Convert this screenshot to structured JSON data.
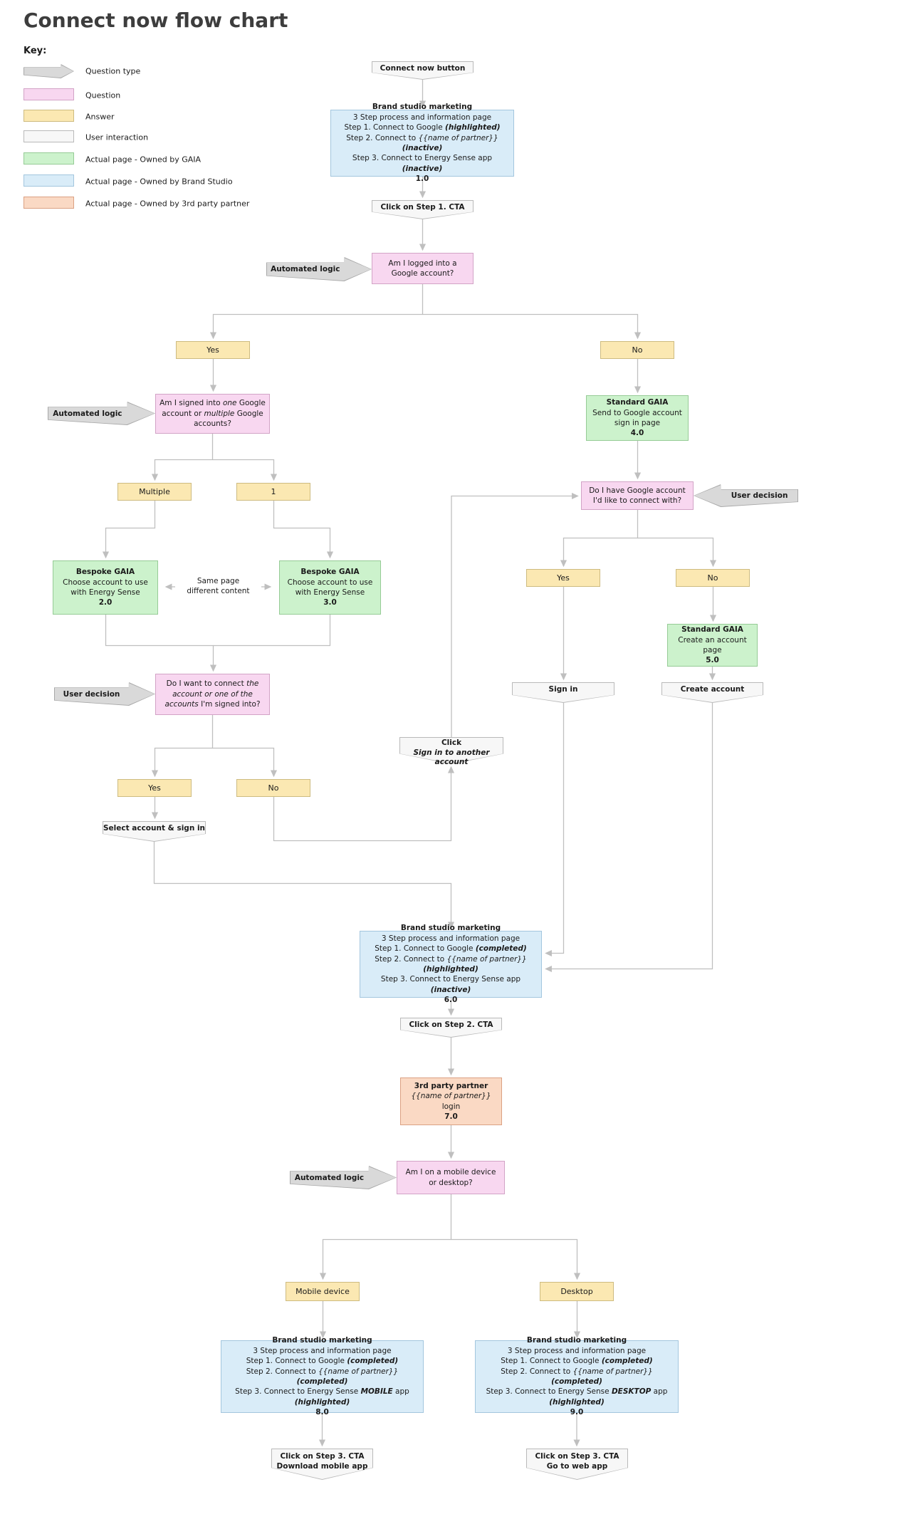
{
  "page": {
    "title": "Connect now flow chart"
  },
  "colors": {
    "question": "#f8d7f0",
    "answer": "#fbe8b2",
    "interaction": "#f7f7f7",
    "gaia_page": "#ccf2cc",
    "brand_studio_page": "#d9ecf8",
    "third_party_page": "#fad9c4",
    "logic_arrow": "#d9d9d9",
    "connector": "#bfbfbf"
  },
  "key": {
    "heading": "Key:",
    "items": [
      {
        "label": "Question type"
      },
      {
        "label": "Question"
      },
      {
        "label": "Answer"
      },
      {
        "label": "User interaction"
      },
      {
        "label": "Actual page - Owned by GAIA"
      },
      {
        "label": "Actual page - Owned by Brand Studio"
      },
      {
        "label": "Actual page - Owned by 3rd party partner"
      }
    ]
  },
  "nodes": {
    "connect_now_button": {
      "label": "Connect now button"
    },
    "brand_studio_1_0": {
      "lines": [
        [
          {
            "t": "Brand studio marketing",
            "b": true
          }
        ],
        [
          "3 Step process and information page"
        ],
        [
          "Step 1. Connect to Google ",
          {
            "t": "(highlighted)",
            "b": true,
            "i": true
          }
        ],
        [
          "Step 2. Connect to ",
          {
            "t": "{{name of partner}}",
            "i": true
          },
          " ",
          {
            "t": "(inactive)",
            "b": true,
            "i": true
          }
        ],
        [
          "Step 3. Connect to Energy Sense app ",
          {
            "t": "(inactive)",
            "b": true,
            "i": true
          }
        ],
        [
          {
            "t": "1.0",
            "b": true
          }
        ]
      ]
    },
    "click_step1_cta": {
      "label": "Click on Step 1. CTA"
    },
    "automated_logic_1": {
      "label": "Automated logic"
    },
    "q_logged_in": {
      "text": "Am I logged into a Google account?"
    },
    "answer_yes_1": {
      "label": "Yes"
    },
    "answer_no_1": {
      "label": "No"
    },
    "automated_logic_2": {
      "label": "Automated logic"
    },
    "q_account_count": {
      "lines": [
        [
          "Am I signed into ",
          {
            "t": "one",
            "i": true
          },
          " Google account or ",
          {
            "t": "multiple",
            "i": true
          },
          " Google accounts?"
        ]
      ]
    },
    "answer_multiple": {
      "label": "Multiple"
    },
    "answer_one": {
      "label": "1"
    },
    "bespoke_gaia_2_0": {
      "lines": [
        [
          {
            "t": "Bespoke GAIA",
            "b": true
          }
        ],
        [
          "Choose account to use with Energy Sense"
        ],
        [
          {
            "t": "2.0",
            "b": true
          }
        ]
      ]
    },
    "same_page_note": {
      "lines": [
        [
          "Same page"
        ],
        [
          "different content"
        ]
      ]
    },
    "bespoke_gaia_3_0": {
      "lines": [
        [
          {
            "t": "Bespoke GAIA",
            "b": true
          }
        ],
        [
          "Choose account to use with Energy Sense"
        ],
        [
          {
            "t": "3.0",
            "b": true
          }
        ]
      ]
    },
    "user_decision_1": {
      "label": "User decision"
    },
    "q_want_connect": {
      "lines": [
        [
          "Do I want to connect ",
          {
            "t": "the account or one of the accounts",
            "i": true
          },
          " I'm signed into?"
        ]
      ]
    },
    "answer_yes_2": {
      "label": "Yes"
    },
    "answer_no_2": {
      "label": "No"
    },
    "select_account_sign_in": {
      "label": "Select account & sign in"
    },
    "standard_gaia_4_0": {
      "lines": [
        [
          {
            "t": "Standard GAIA",
            "b": true
          }
        ],
        [
          "Send to Google account sign in page"
        ],
        [
          {
            "t": "4.0",
            "b": true
          }
        ]
      ]
    },
    "q_have_account": {
      "text": "Do I have Google account I'd like to connect with?"
    },
    "user_decision_2": {
      "label": "User decision"
    },
    "answer_yes_3": {
      "label": "Yes"
    },
    "answer_no_3": {
      "label": "No"
    },
    "standard_gaia_5_0": {
      "lines": [
        [
          {
            "t": "Standard GAIA",
            "b": true
          }
        ],
        [
          "Create an account page"
        ],
        [
          {
            "t": "5.0",
            "b": true
          }
        ]
      ]
    },
    "sign_in": {
      "label": "Sign in"
    },
    "create_account": {
      "label": "Create account"
    },
    "click_sign_in_another": {
      "lines": [
        [
          {
            "t": "Click",
            "b": true
          }
        ],
        [
          {
            "t": "Sign in to another account",
            "b": true,
            "i": true
          }
        ]
      ]
    },
    "brand_studio_6_0": {
      "lines": [
        [
          {
            "t": "Brand studio marketing",
            "b": true
          }
        ],
        [
          "3 Step process and information page"
        ],
        [
          "Step 1. Connect to Google ",
          {
            "t": "(completed)",
            "b": true,
            "i": true
          }
        ],
        [
          "Step 2. Connect to ",
          {
            "t": "{{name of partner}}",
            "i": true
          },
          " ",
          {
            "t": "(highlighted)",
            "b": true,
            "i": true
          }
        ],
        [
          "Step 3. Connect to Energy Sense app ",
          {
            "t": "(inactive)",
            "b": true,
            "i": true
          }
        ],
        [
          {
            "t": "6.0",
            "b": true
          }
        ]
      ]
    },
    "click_step2_cta": {
      "label": "Click on Step 2. CTA"
    },
    "third_party_7_0": {
      "lines": [
        [
          {
            "t": "3rd party partner",
            "b": true
          }
        ],
        [
          {
            "t": "{{name of partner}}",
            "i": true
          },
          "  login"
        ],
        [
          {
            "t": "7.0",
            "b": true
          }
        ]
      ]
    },
    "automated_logic_3": {
      "label": "Automated logic"
    },
    "q_device": {
      "text": "Am I on a mobile device or desktop?"
    },
    "answer_mobile": {
      "label": "Mobile device"
    },
    "answer_desktop": {
      "label": "Desktop"
    },
    "brand_studio_8_0": {
      "lines": [
        [
          {
            "t": "Brand studio marketing",
            "b": true
          }
        ],
        [
          "3 Step process and information page"
        ],
        [
          "Step 1. Connect to Google ",
          {
            "t": "(completed)",
            "b": true,
            "i": true
          }
        ],
        [
          "Step 2. Connect to ",
          {
            "t": "{{name of partner}}",
            "i": true
          },
          " ",
          {
            "t": "(completed)",
            "b": true,
            "i": true
          }
        ],
        [
          "Step 3. Connect to Energy Sense ",
          {
            "t": "MOBILE",
            "b": true,
            "i": true
          },
          " app ",
          {
            "t": "(highlighted)",
            "b": true,
            "i": true
          }
        ],
        [
          {
            "t": "8.0",
            "b": true
          }
        ]
      ]
    },
    "brand_studio_9_0": {
      "lines": [
        [
          {
            "t": "Brand studio marketing",
            "b": true
          }
        ],
        [
          "3 Step process and information page"
        ],
        [
          "Step 1. Connect to Google ",
          {
            "t": "(completed)",
            "b": true,
            "i": true
          }
        ],
        [
          "Step 2. Connect to ",
          {
            "t": "{{name of partner}}",
            "i": true
          },
          " ",
          {
            "t": "(completed)",
            "b": true,
            "i": true
          }
        ],
        [
          "Step 3. Connect to Energy Sense ",
          {
            "t": "DESKTOP",
            "b": true,
            "i": true
          },
          " app ",
          {
            "t": "(highlighted)",
            "b": true,
            "i": true
          }
        ],
        [
          {
            "t": "9.0",
            "b": true
          }
        ]
      ]
    },
    "click_step3_mobile": {
      "lines": [
        [
          {
            "t": "Click on Step 3. CTA",
            "b": true
          }
        ],
        [
          {
            "t": "Download mobile app",
            "b": true
          }
        ]
      ]
    },
    "click_step3_desktop": {
      "lines": [
        [
          {
            "t": "Click on Step 3. CTA",
            "b": true
          }
        ],
        [
          {
            "t": "Go to web app",
            "b": true
          }
        ]
      ]
    }
  }
}
